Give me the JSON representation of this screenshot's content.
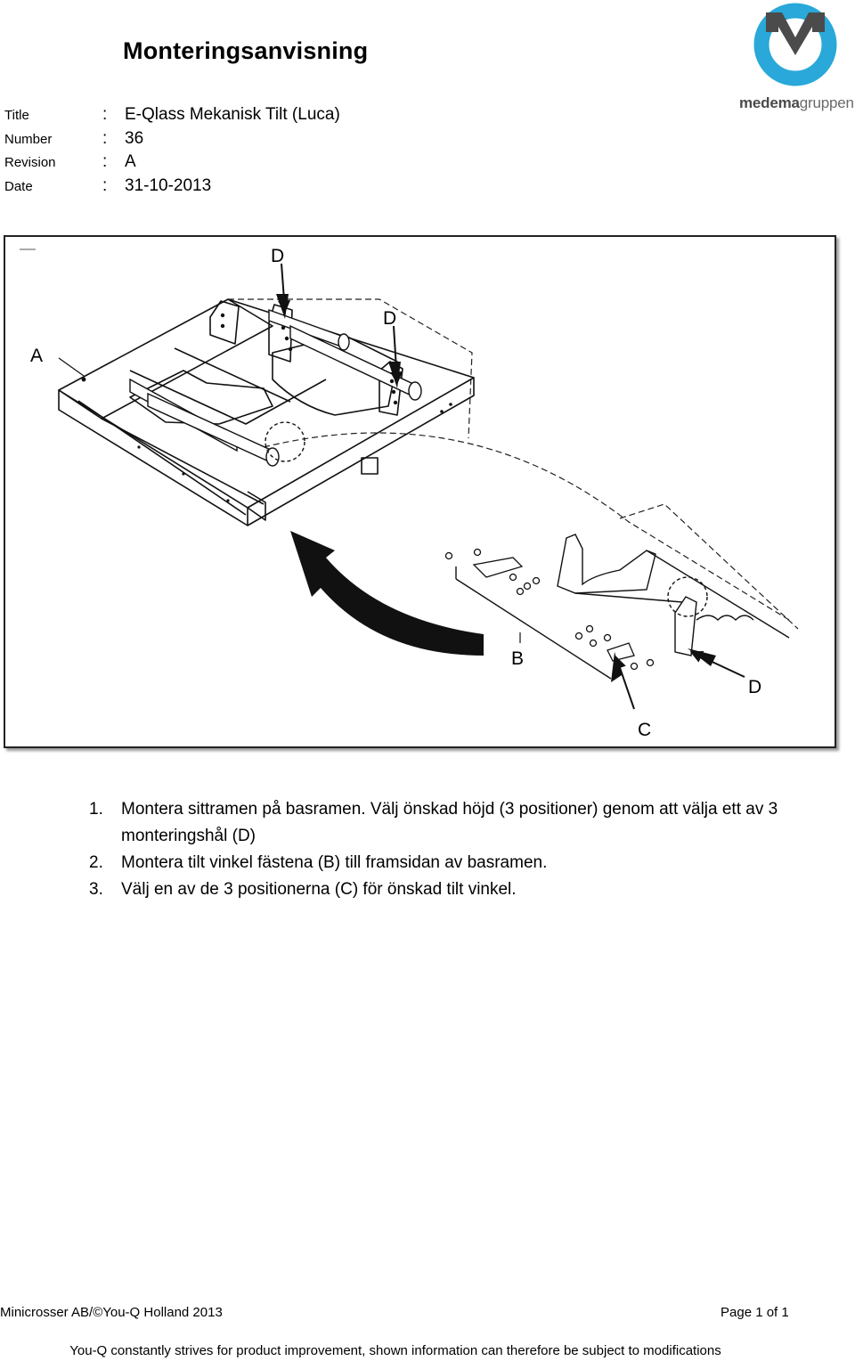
{
  "document": {
    "heading": "Monteringsanvisning"
  },
  "meta": {
    "rows": [
      {
        "label": "Title",
        "colon": ":",
        "value": "E-Qlass Mekanisk Tilt (Luca)"
      },
      {
        "label": "Number",
        "colon": ":",
        "value": "36"
      },
      {
        "label": "Revision",
        "colon": ":",
        "value": "A"
      },
      {
        "label": "Date",
        "colon": ":",
        "value": "31-10-2013"
      }
    ]
  },
  "logo": {
    "text_bold": "medema",
    "text_light": "gruppen",
    "colors": {
      "ring": "#29a8d9",
      "mark": "#4b4b4b"
    }
  },
  "figure": {
    "callouts": {
      "a": "A",
      "b": "B",
      "c": "C",
      "d_top": "D",
      "d_mid": "D",
      "d_right": "D"
    }
  },
  "steps": [
    {
      "num": "1.",
      "text": "Montera sittramen på basramen. Välj önskad höjd (3 positioner) genom att välja ett av 3 monteringshål (D)"
    },
    {
      "num": "2.",
      "text": "Montera tilt vinkel fästena (B) till framsidan av basramen."
    },
    {
      "num": "3.",
      "text": "Välj en av de 3 positionerna (C) för önskad tilt vinkel."
    }
  ],
  "footer": {
    "copyright": "Minicrosser AB/©You-Q Holland 2013",
    "page": "Page 1 of 1",
    "note": "You-Q constantly strives for product improvement, shown information can therefore be subject to modifications"
  }
}
